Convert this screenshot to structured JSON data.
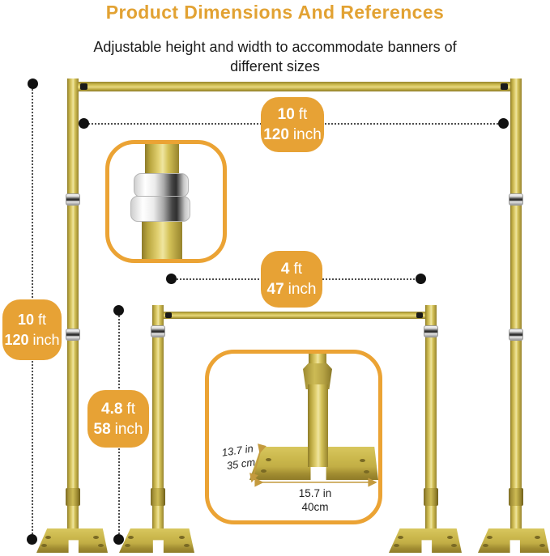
{
  "header": {
    "title": "Product Dimensions And References",
    "subtitle_line1": "Adjustable height and width to accommodate banners of",
    "subtitle_line2": "different sizes"
  },
  "dimensions": {
    "top_width": {
      "value": "10",
      "unit": "ft",
      "alt_value": "120",
      "alt_unit": "inch"
    },
    "inner_width": {
      "value": "4",
      "unit": "ft",
      "alt_value": "47",
      "alt_unit": "inch"
    },
    "left_height": {
      "value": "10",
      "unit": "ft",
      "alt_value": "120",
      "alt_unit": "inch"
    },
    "small_height": {
      "value": "4.8",
      "unit": "ft",
      "alt_value": "58",
      "alt_unit": "inch"
    }
  },
  "base_callout": {
    "depth_in": "13.7 in",
    "depth_cm": "35 cm",
    "width_in": "15.7 in",
    "width_cm": "40cm"
  },
  "colors": {
    "accent_gold": "#E7A235",
    "pole_gold": "#CBB84D",
    "badge_text": "#FFFFFF",
    "body_text": "#1B1B1B",
    "dimension_dot": "#111111",
    "silver_connector": "#C8C8C8"
  }
}
